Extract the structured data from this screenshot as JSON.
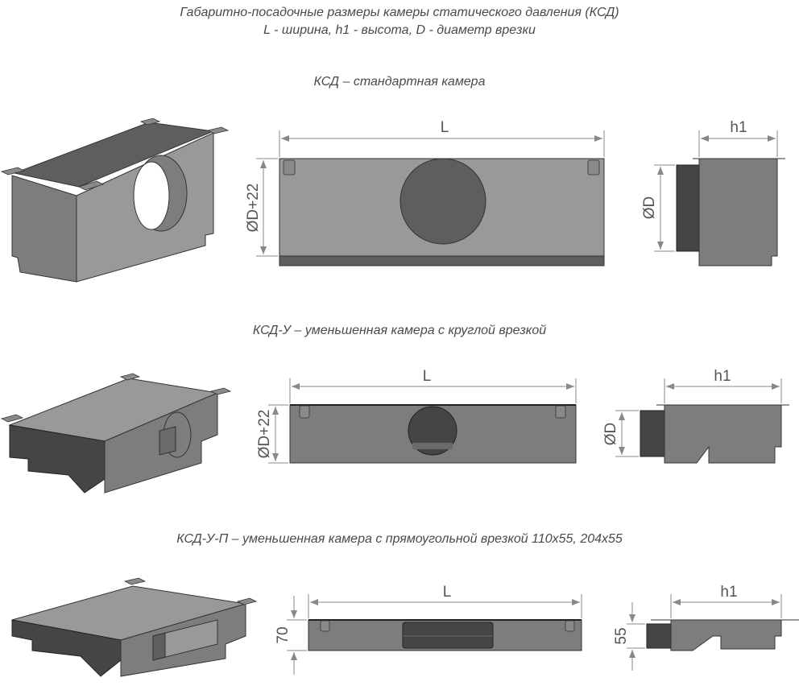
{
  "header": {
    "title_line1": "Габаритно-посадочные размеры камеры статического давления (КСД)",
    "title_line2": "L - ширина, h1 - высота, D - диаметр врезки"
  },
  "sections": [
    {
      "title": "КСД – стандартная камера",
      "width_label": "L",
      "height_label": "ØD+22",
      "depth_label": "h1",
      "inlet_label": "ØD"
    },
    {
      "title": "КСД-У – уменьшенная камера с круглой врезкой",
      "width_label": "L",
      "height_label": "ØD+22",
      "depth_label": "h1",
      "inlet_label": "ØD"
    },
    {
      "title": "КСД-У-П – уменьшенная камера с прямоугольной врезкой 110х55, 204х55",
      "width_label": "L",
      "height_label": "70",
      "depth_label": "h1",
      "inlet_label": "55"
    }
  ]
}
